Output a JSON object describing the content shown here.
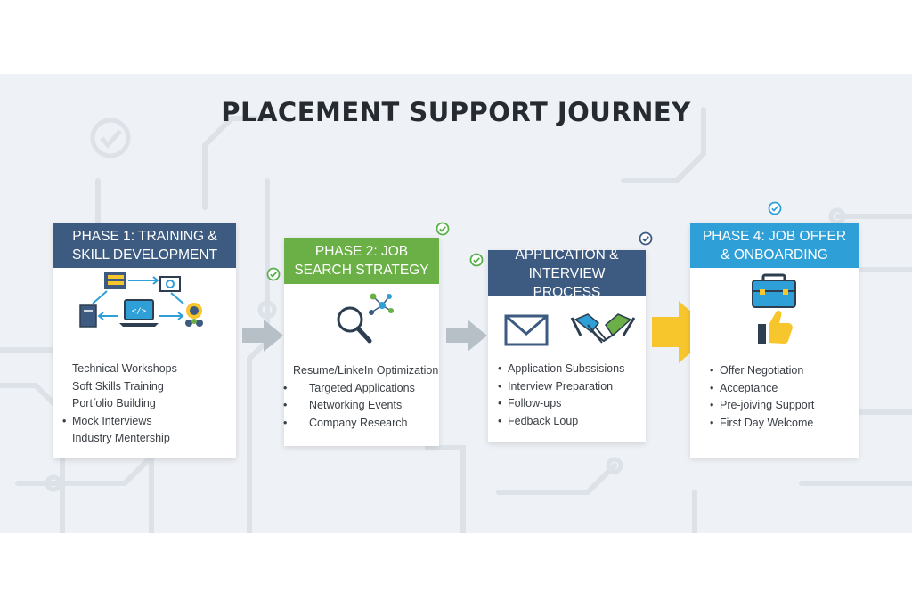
{
  "title": "PLACEMENT SUPPORT JOURNEY",
  "colors": {
    "navy": "#3d5a80",
    "green": "#6ab046",
    "blue": "#2f9fd8",
    "yellow": "#f7c52c",
    "arrow_gray": "#b7bfc7",
    "check_green": "#58b04a",
    "check_navy": "#3d5a80"
  },
  "phases": [
    {
      "header_lines": [
        "PHASE 1: TRAINING &",
        "SKILL DEVELOPMENT"
      ],
      "icons": [
        "skills-cluster-icon",
        "laptop-code-icon",
        "book-icon",
        "gear-icon",
        "people-icon"
      ],
      "items": [
        "Technical Workshops",
        "Soft Skills Training",
        "Portfolio Building",
        "Mock Interviews",
        "Industry Mentership"
      ]
    },
    {
      "header_lines": [
        "PHASE 2: JOB",
        "SEARCH STRATEGY"
      ],
      "icons": [
        "magnifier-icon",
        "network-icon"
      ],
      "items": [
        "Resume/LinkeIn Optimization",
        "Targeted Applications",
        "Networking Events",
        "Company Research"
      ]
    },
    {
      "header_lines": [
        "APPLICATION &",
        "INTERVIEW PROCESS"
      ],
      "icons": [
        "envelope-icon",
        "handshake-icon"
      ],
      "items": [
        "Application Subssisions",
        "Interview Preparation",
        "Follow-ups",
        "Fedback Loup"
      ]
    },
    {
      "header_lines": [
        "PHASE 4: JOB OFFER",
        "& ONBOARDING"
      ],
      "icons": [
        "briefcase-icon",
        "thumbs-up-icon"
      ],
      "items": [
        "Offer Negotiation",
        "Acceptance",
        "Pre-joiving Support",
        "First Day Welcome"
      ]
    }
  ]
}
